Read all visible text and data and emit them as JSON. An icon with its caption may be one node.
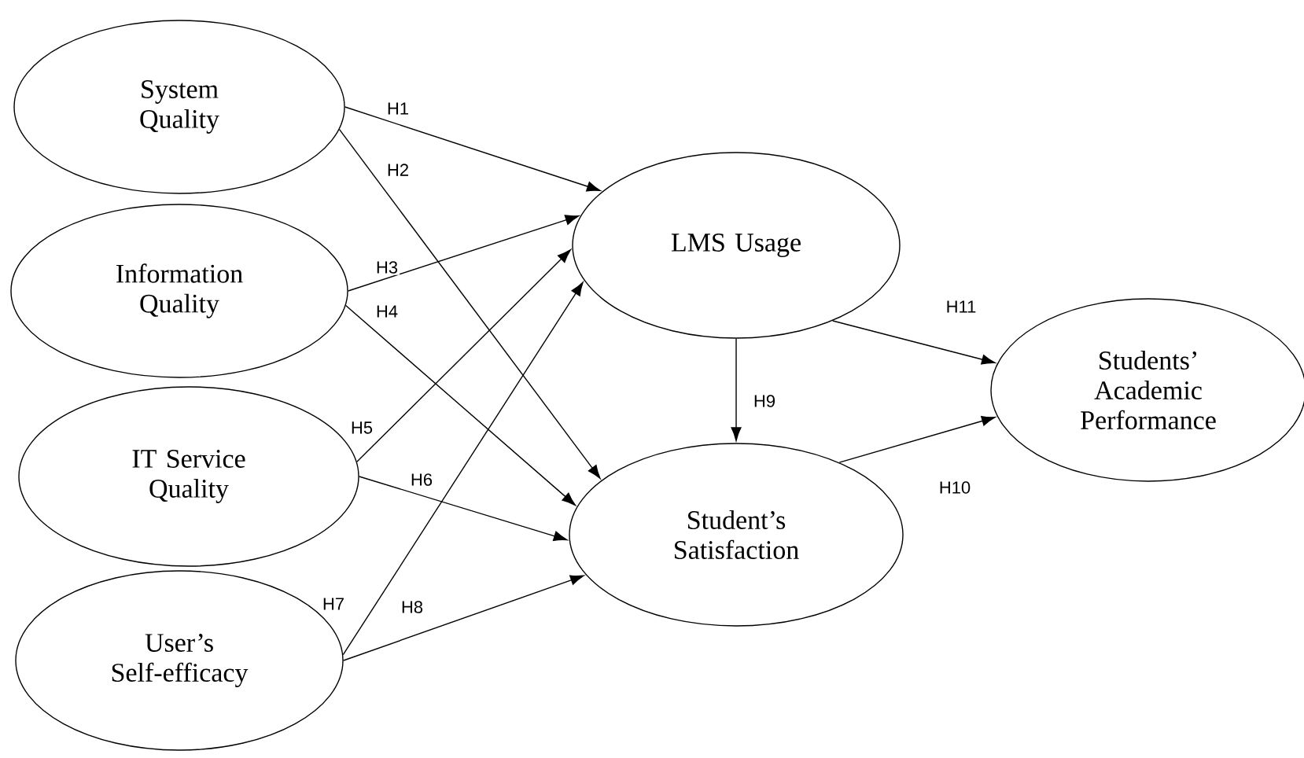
{
  "diagram": {
    "nodes": [
      {
        "text": [
          "System Quality"
        ]
      },
      {
        "text": [
          "Information Quality"
        ]
      },
      {
        "text": [
          "IT Service Quality"
        ]
      },
      {
        "text": [
          "User’s Self-efficacy"
        ]
      },
      {
        "text": [
          "LMS Usage"
        ]
      },
      {
        "text": [
          "Student’s Satisfaction"
        ]
      },
      {
        "text": [
          "Students’ Academic Performance"
        ]
      }
    ],
    "edges": [
      {
        "from": 0,
        "to": 4,
        "arrow": "to",
        "label": "H1"
      },
      {
        "from": 0,
        "to": 5,
        "arrow": "to",
        "label": "H2"
      },
      {
        "from": 1,
        "to": 4,
        "arrow": "to",
        "label": "H3"
      },
      {
        "from": 1,
        "to": 5,
        "arrow": "to",
        "label": "H4"
      },
      {
        "from": 2,
        "to": 4,
        "arrow": "to",
        "label": "H5"
      },
      {
        "from": 2,
        "to": 5,
        "arrow": "to",
        "label": "H6"
      },
      {
        "from": 3,
        "to": 4,
        "arrow": "to",
        "label": "H7"
      },
      {
        "from": 3,
        "to": 5,
        "arrow": "to",
        "label": "H8"
      },
      {
        "from": 4,
        "to": 5,
        "arrow": "to",
        "label": "H9"
      },
      {
        "from": 5,
        "to": 6,
        "arrow": "to",
        "label": "H10"
      },
      {
        "from": 4,
        "to": 6,
        "arrow": "to",
        "label": "H11"
      }
    ]
  }
}
